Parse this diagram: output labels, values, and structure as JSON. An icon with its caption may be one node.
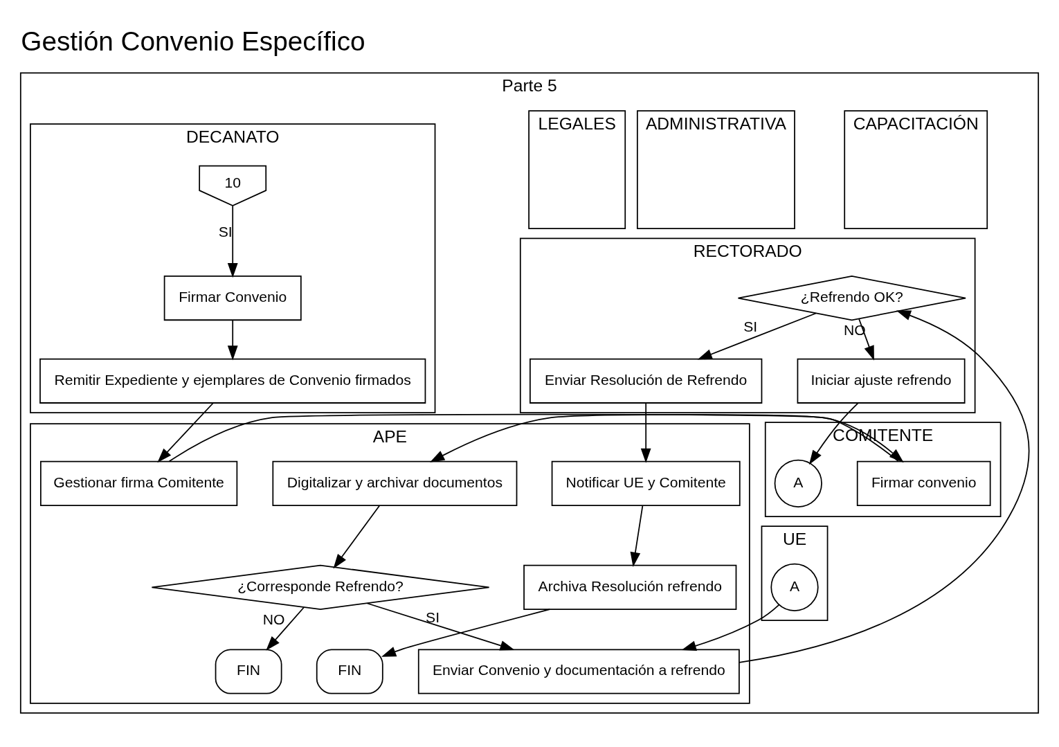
{
  "diagram": {
    "title": "Gestión Convenio Específico",
    "nodes": [
      {
        "text": [
          "Parte 5"
        ]
      },
      {
        "text": [
          "RECTORADO"
        ],
        "in": 0
      },
      {
        "text": [
          "COMITENTE"
        ],
        "in": 0
      },
      {
        "text": [
          "UE"
        ],
        "in": 0
      },
      {
        "text": [
          "APE"
        ],
        "in": 0
      },
      {
        "text": [
          "CAPACITACIÓN"
        ],
        "in": 0
      },
      {
        "text": [
          "ADMINISTRATIVA"
        ],
        "in": 0
      },
      {
        "text": [
          "LEGALES"
        ],
        "in": 0
      },
      {
        "text": [
          "DECANATO"
        ],
        "in": 0
      },
      {
        "text": [
          "10"
        ],
        "in": 8
      },
      {
        "text": [
          "Firmar Convenio"
        ],
        "in": 8
      },
      {
        "text": [
          "Remitir Expediente y ejemplares de Convenio firmados"
        ],
        "in": 8
      },
      {
        "text": [
          "Gestionar firma Comitente"
        ],
        "in": 4
      },
      {
        "text": [
          "Firmar convenio"
        ],
        "in": 2
      },
      {
        "text": [
          "Digitalizar y archivar documentos"
        ],
        "in": 4
      },
      {
        "text": [
          "¿Corresponde Refrendo?"
        ],
        "in": 4
      },
      {
        "text": [
          "Enviar Convenio y documentación a refrendo"
        ],
        "in": 4
      },
      {
        "text": [
          "A"
        ],
        "in": 3
      },
      {
        "text": [
          "FIN"
        ],
        "in": 4
      },
      {
        "text": [
          "¿Refrendo OK?"
        ],
        "in": 1
      },
      {
        "text": [
          "Iniciar ajuste refrendo"
        ],
        "in": 1
      },
      {
        "text": [
          "A"
        ],
        "in": 2
      },
      {
        "text": [
          "Enviar Resolución de Refrendo"
        ],
        "in": 1
      },
      {
        "text": [
          "Notificar UE y Comitente"
        ],
        "in": 4
      },
      {
        "text": [
          "Archiva Resolución refrendo"
        ],
        "in": 4
      },
      {
        "text": [
          "FIN"
        ],
        "in": 4
      }
    ],
    "edges": [
      {
        "from": 9,
        "to": 10,
        "arrow": "to",
        "label": "SI"
      },
      {
        "from": 10,
        "to": 11,
        "arrow": "to"
      },
      {
        "from": 11,
        "to": 12,
        "arrow": "to"
      },
      {
        "from": 12,
        "to": 13,
        "arrow": "to"
      },
      {
        "from": 13,
        "to": 14,
        "arrow": "to"
      },
      {
        "from": 14,
        "to": 15,
        "arrow": "to"
      },
      {
        "from": 15,
        "to": 16,
        "arrow": "to",
        "label": "SI"
      },
      {
        "from": 15,
        "to": 18,
        "arrow": "to",
        "label": "NO"
      },
      {
        "from": 17,
        "to": 16,
        "arrow": "to"
      },
      {
        "from": 16,
        "to": 19,
        "arrow": "to"
      },
      {
        "from": 19,
        "to": 20,
        "arrow": "to",
        "label": "NO"
      },
      {
        "from": 19,
        "to": 22,
        "arrow": "to",
        "label": "SI"
      },
      {
        "from": 20,
        "to": 21,
        "arrow": "to"
      },
      {
        "from": 22,
        "to": 23,
        "arrow": "to"
      },
      {
        "from": 23,
        "to": 24,
        "arrow": "to"
      },
      {
        "from": 24,
        "to": 25,
        "arrow": "to"
      }
    ]
  }
}
